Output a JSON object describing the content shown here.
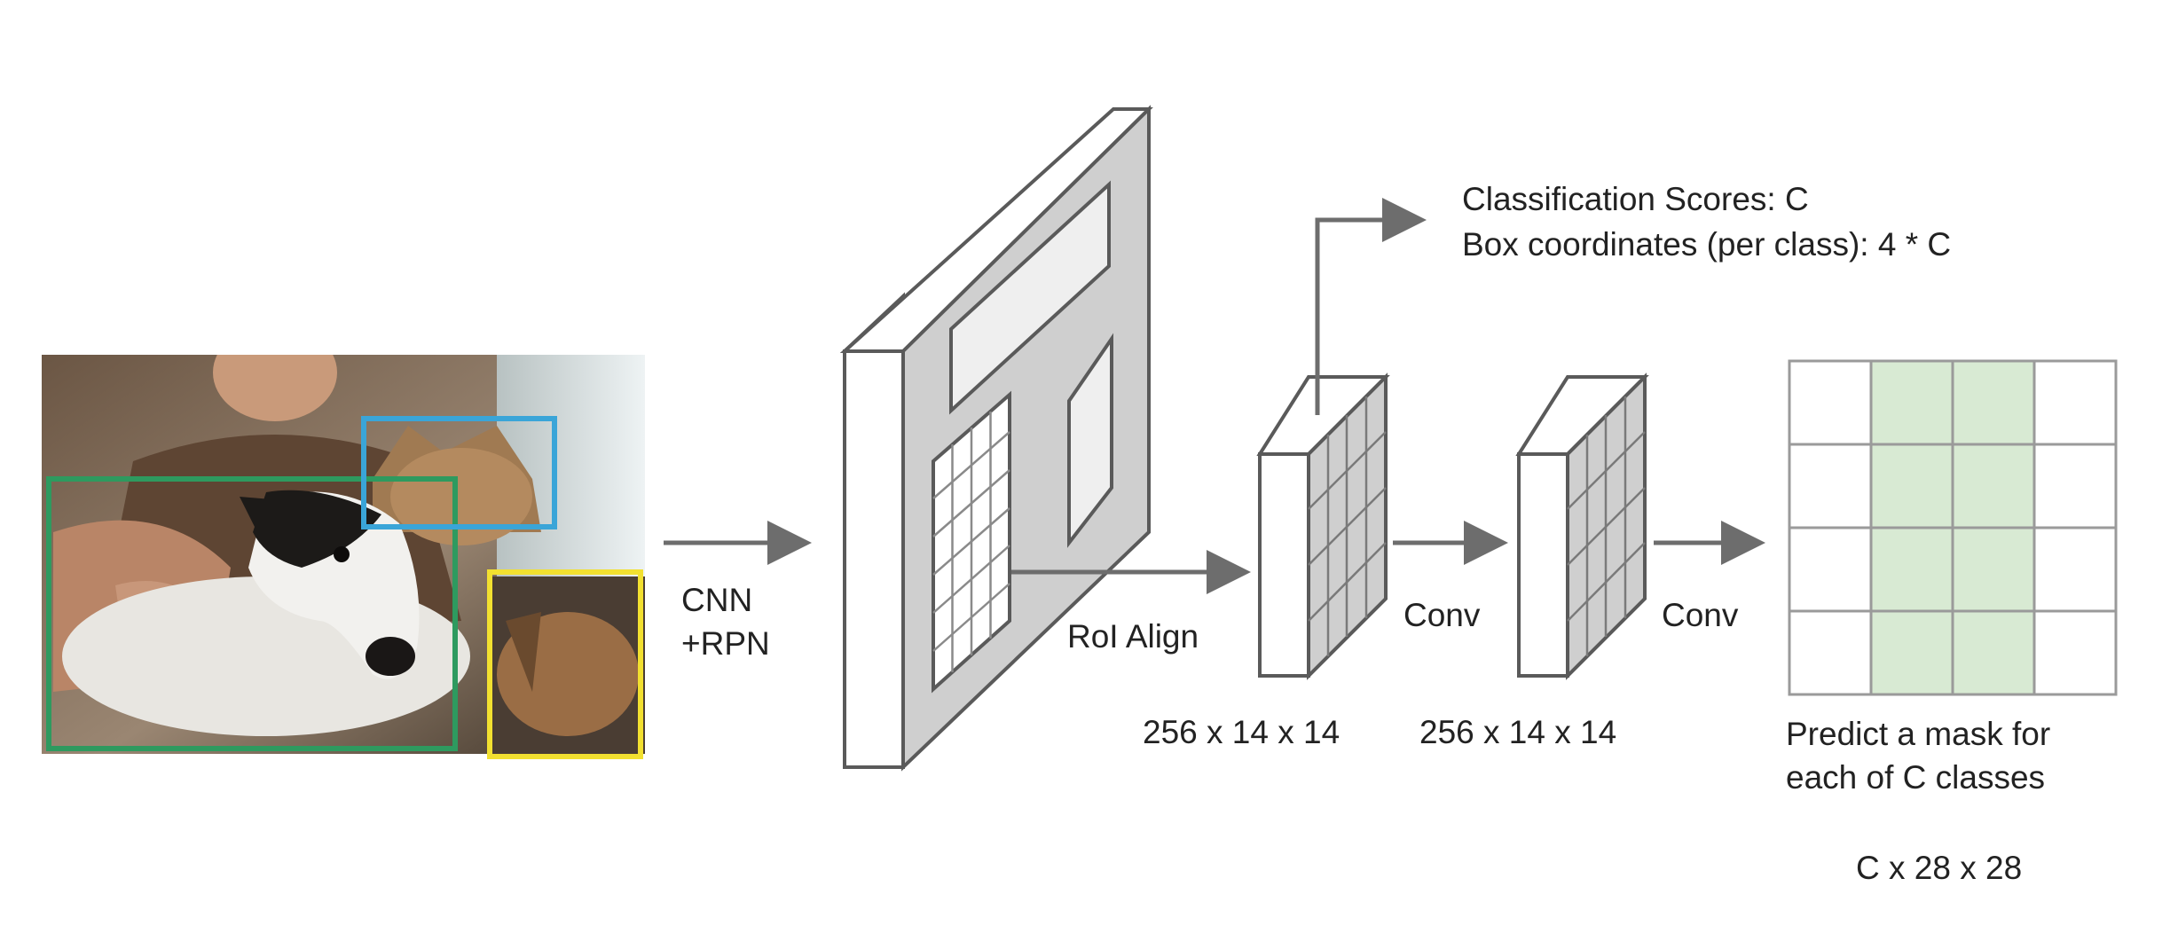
{
  "diagram": {
    "input_image": {
      "description_icon": "photo-woman-dog-cat-puppy",
      "detection_colors": {
        "dog": "#2e9a5f",
        "cat": "#3aa5d8",
        "puppy": "#f2e030"
      }
    },
    "labels": {
      "cnn_line1": "CNN",
      "cnn_line2": "+RPN",
      "roi_align": "RoI Align",
      "class_scores": "Classification Scores: C",
      "box_coords": "Box coordinates (per class): 4 * C",
      "conv1": "Conv",
      "conv2": "Conv",
      "dims1": "256 x 14 x 14",
      "dims2": "256 x 14 x 14",
      "mask_line1": "Predict a mask for",
      "mask_line2": "each of C classes",
      "mask_dims": "C x 28 x 28"
    },
    "colors": {
      "arrow": "#6d6d6d",
      "outline": "#5a5a5a",
      "block_gray": "#cfcfcf",
      "panel_light": "#efefef",
      "mask_highlight": "#d8ead3",
      "grid_line": "#9a9a9a"
    }
  }
}
